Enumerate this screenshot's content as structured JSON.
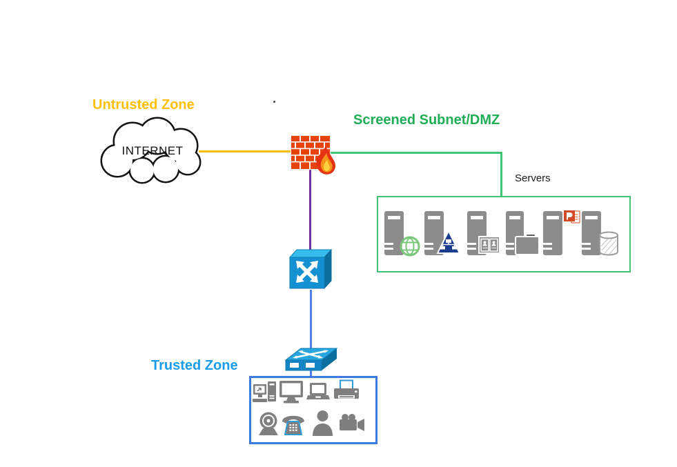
{
  "title": "Network security zones diagram",
  "labels": {
    "untrusted_zone": "Untrusted Zone",
    "screened_subnet": "Screened Subnet/DMZ",
    "trusted_zone": "Trusted Zone",
    "servers": "Servers",
    "internet": "INTERNET"
  },
  "colors": {
    "untrusted_label": "#FFC000",
    "internet_link": "#FFC000",
    "dmz_label": "#1FAE55",
    "dmz_link": "#3FC476",
    "servers_box_border": "#3FC476",
    "trusted_label": "#189CEC",
    "trusted_box_border": "#3E79DD",
    "firewall_to_switch_link": "#7030A0",
    "switch_to_devices_link": "#4C80E8",
    "icon_gray": "#8C8C8C",
    "firewall_brick": "#E8430B"
  },
  "nodes": {
    "internet_cloud": {
      "label": "INTERNET",
      "type": "cloud"
    },
    "firewall": {
      "type": "firewall"
    },
    "layer3_switch": {
      "type": "layer-3-switch"
    },
    "workgroup_switch": {
      "type": "workgroup-switch"
    }
  },
  "groups": {
    "dmz_servers": {
      "label": "Servers",
      "items": [
        "web-server",
        "network-server",
        "directory-server",
        "file-server",
        "application-server",
        "database-server"
      ]
    },
    "trusted_devices": {
      "items": [
        "desktop-pc",
        "monitor",
        "laptop",
        "printer",
        "webcam",
        "telephone",
        "user",
        "video-camera"
      ]
    }
  },
  "connections": [
    {
      "from": "internet-cloud",
      "to": "firewall",
      "color": "#FFC000"
    },
    {
      "from": "firewall",
      "to": "dmz-servers-box",
      "color": "#3FC476"
    },
    {
      "from": "firewall",
      "to": "layer3-switch",
      "color": "#7030A0"
    },
    {
      "from": "layer3-switch",
      "to": "workgroup-switch",
      "color": "#4C80E8"
    },
    {
      "from": "workgroup-switch",
      "to": "trusted-devices-box",
      "color": "#4C80E8"
    }
  ]
}
